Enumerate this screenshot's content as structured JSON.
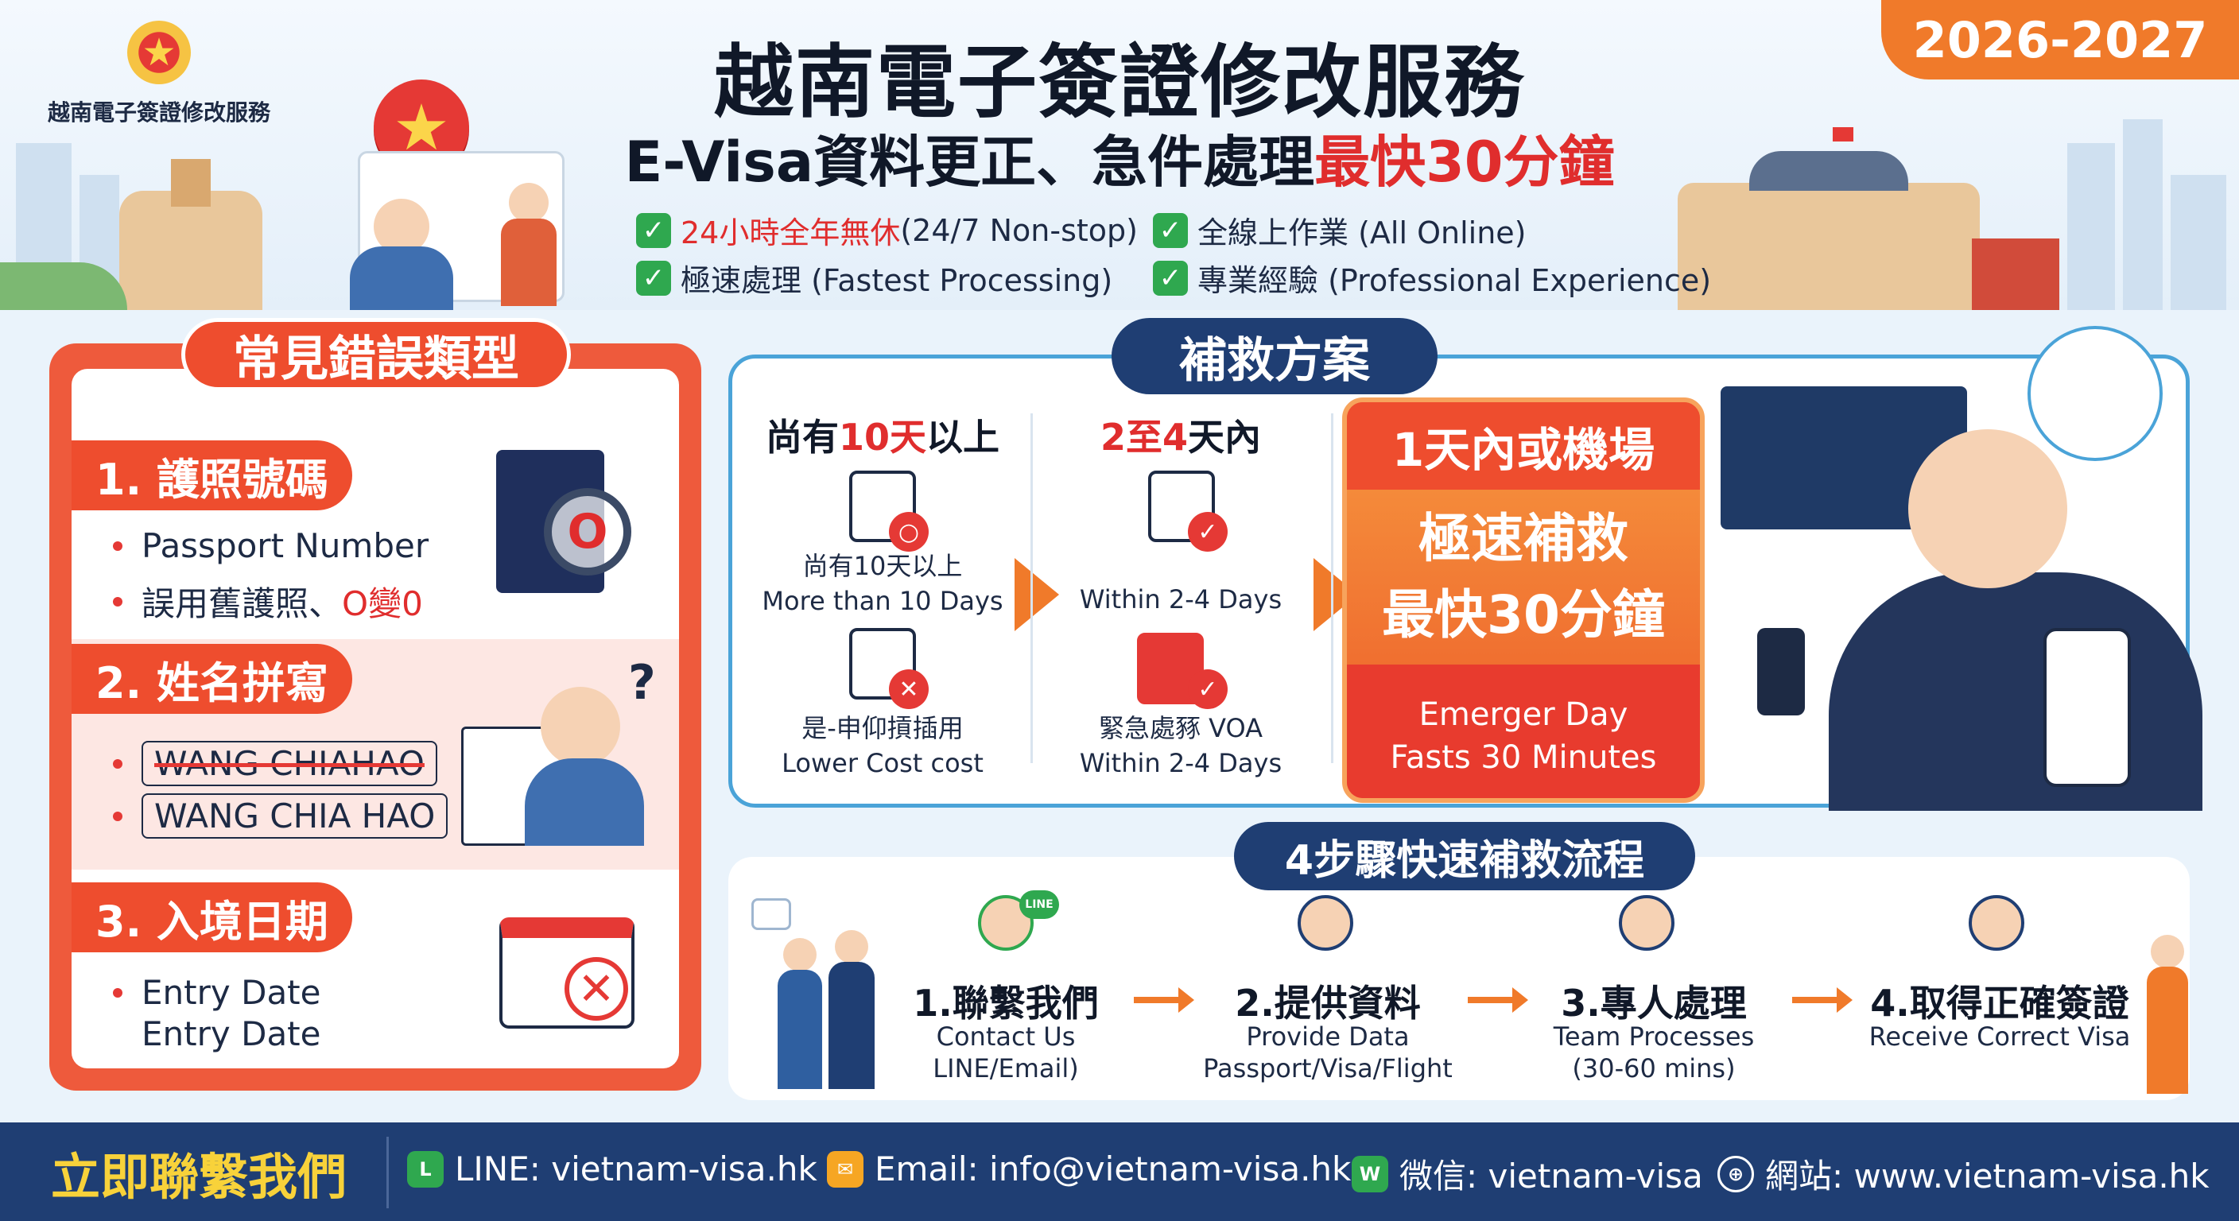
{
  "header": {
    "brand_text": "越南電子簽證修改服務",
    "year_badge": "2026-2027",
    "title_main": "越南電子簽證修改服務",
    "title_sub_prefix": "E-Visa資料更正、急件處理",
    "title_sub_highlight": "最快30分鐘",
    "features": [
      {
        "em": "24小時全年無休",
        "rest": " (24/7 Non-stop)"
      },
      {
        "em": "",
        "rest": "全線上作業 (All Online)"
      },
      {
        "em": "",
        "rest": "極速處理 (Fastest Processing)"
      },
      {
        "em": "",
        "rest": "專業經驗 (Professional Experience)"
      }
    ]
  },
  "errors": {
    "title": "常見錯誤類型",
    "sections": [
      {
        "tag": "1. 護照號碼",
        "line1": "Passport Number",
        "line2_prefix": "誤用舊護照、",
        "line2_highlight": "O變0"
      },
      {
        "tag": "2. 姓名拼寫",
        "wrong": "WANG CHIAHAO",
        "right": "WANG CHIA HAO"
      },
      {
        "tag": "3. 入境日期",
        "line1": "Entry Date",
        "line2": "Entry Date"
      }
    ],
    "passport_letter": "O"
  },
  "remedy": {
    "title": "補救方案",
    "col1": {
      "head_a": "尚有",
      "head_num": "10天",
      "head_b": "以上",
      "item1_zh": "尚有10天以上",
      "item1_en": "More than 10 Days",
      "item2_zh": "是-申仰摃插用",
      "item2_en": "Lower Cost cost"
    },
    "col2": {
      "head_num": "2至4",
      "head_b": "天內",
      "item1_en": "Within 2-4 Days",
      "item2_zh": "緊急處豩 VOA",
      "item2_en": "Within 2-4 Days"
    },
    "emergency": {
      "head": "1天內或機場",
      "mid1": "極速補救",
      "mid2": "最快30分鐘",
      "foot1": "Emerger Day",
      "foot2": "Fasts 30 Minutes"
    }
  },
  "steps": {
    "title": "4步驟快速補救流程",
    "items": [
      {
        "title": "1.聯繫我們",
        "sub1": "Contact Us",
        "sub2": "LINE/Email)"
      },
      {
        "title": "2.提供資料",
        "sub1": "Provide Data",
        "sub2": "Passport/Visa/Flight"
      },
      {
        "title": "3.專人處理",
        "sub1": "Team Processes",
        "sub2": "(30-60 mins)"
      },
      {
        "title": "4.取得正確簽證",
        "sub1": "Receive Correct Visa",
        "sub2": ""
      }
    ],
    "line_badge": "LINE"
  },
  "footer": {
    "cta": "立即聯繫我們",
    "line": "LINE: vietnam-visa.hk",
    "email": "Email: info@vietnam-visa.hk",
    "wechat": "微信: vietnam-visa",
    "website": "網站: www.vietnam-visa.hk"
  },
  "colors": {
    "accent_orange": "#f07a2a",
    "accent_red": "#ee4d2e",
    "navy": "#1f3e73",
    "highlight_red": "#e02d2d",
    "check_green": "#2fa84f",
    "footer_cta_yellow": "#f8d23a"
  }
}
